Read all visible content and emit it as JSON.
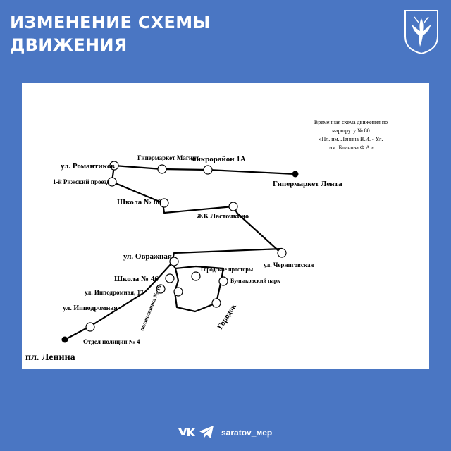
{
  "header": {
    "title_line1": "ИЗМЕНЕНИЕ СХЕМЫ",
    "title_line2": "ДВИЖЕНИЯ"
  },
  "emblem": {
    "icon": "saratov-coat-of-arms-icon"
  },
  "map": {
    "caption": [
      "Временная схема движения по",
      "маршруту № 80",
      "«Пл. им. Ленина В.И. - Ул.",
      "им. Блинова Ф.А.»"
    ],
    "stops": {
      "romantikov": "ул. Романтиков",
      "magnit": "Гипермаркет Магнит",
      "mkr1a": "микрорайон 1А",
      "lenta": "Гипермаркет Лента",
      "rizhsky": "1-й Рижский проезд",
      "school80": "Школа № 80",
      "lastochkino": "ЖК Ласточкино",
      "chernigovskaya": "ул. Черниговская",
      "ovrazhnaya": "ул. Овражная",
      "prostory": "Городские просторы",
      "bulgakov": "Булгаковский парк",
      "school46": "Школа № 46",
      "ippodrom17": "ул. Ипподромная, 17",
      "poly16": "поликлиника № 16",
      "gorodok": "Городок",
      "ippodrom": "ул. Ипподромная",
      "police4": "Отдел полиции № 4",
      "lenina": "пл. Ленина"
    }
  },
  "footer": {
    "vk_icon": "vk-logo-icon",
    "tg_icon": "telegram-icon",
    "handle": "saratov_мер"
  },
  "colors": {
    "background": "#4a76c3",
    "panel": "#ffffff",
    "text": "#ffffff",
    "route": "#000000"
  }
}
